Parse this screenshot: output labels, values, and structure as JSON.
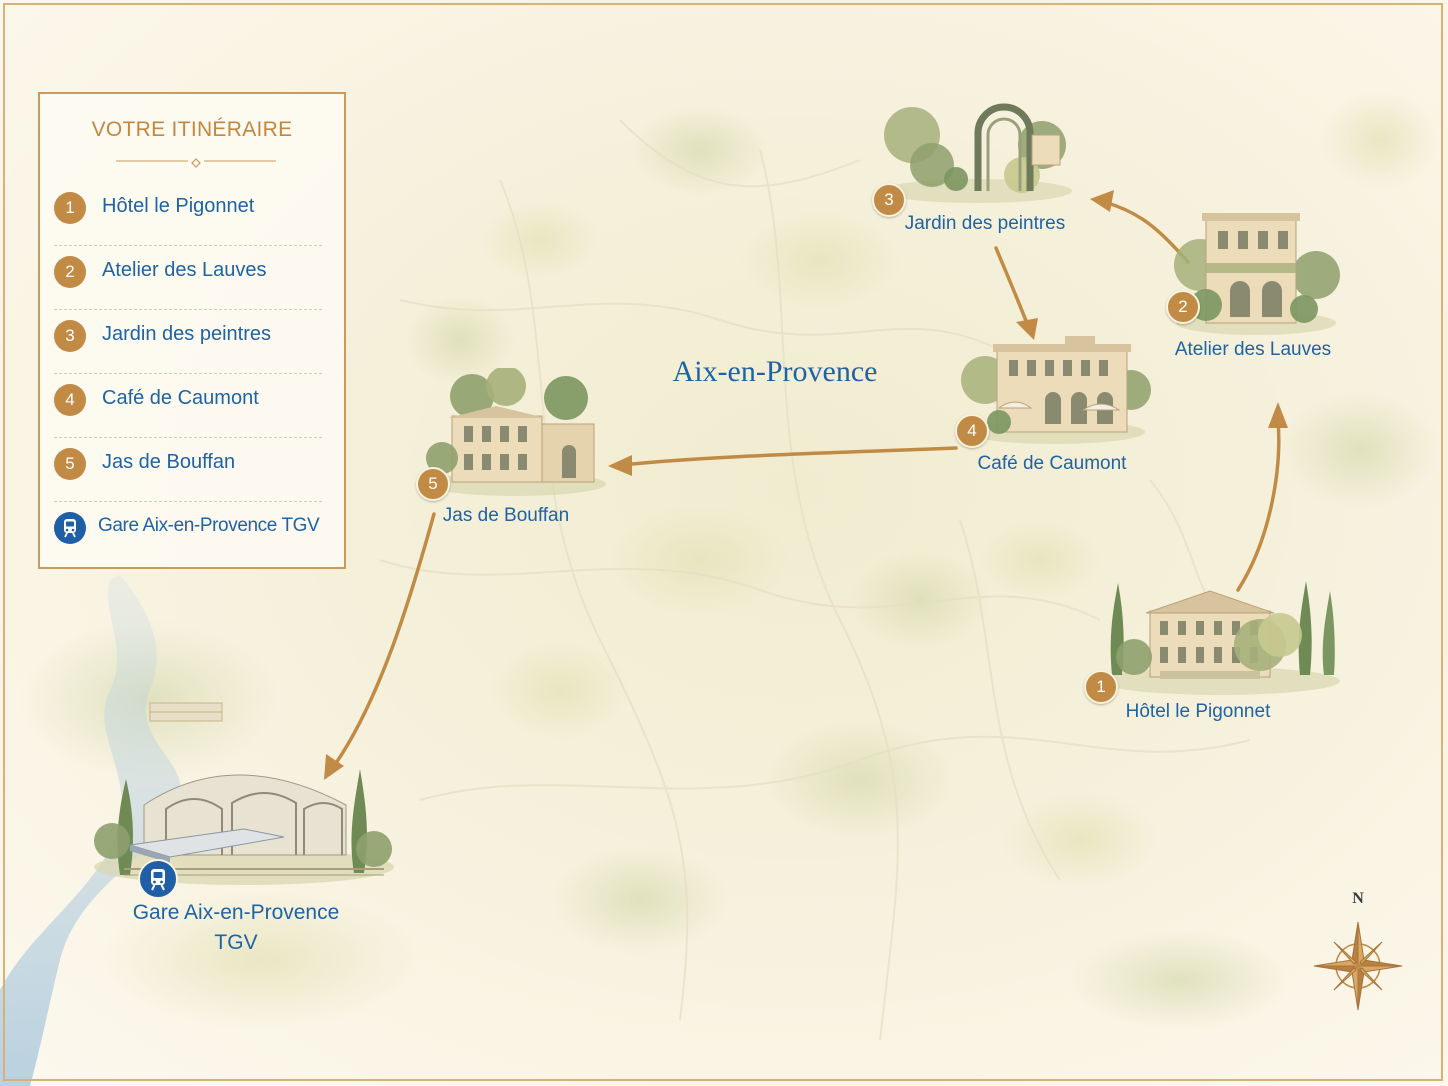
{
  "map": {
    "city": "Aix-en-Provence",
    "colors": {
      "route": "#c18b45",
      "text": "#1e63a5",
      "badge": "#c18b45",
      "train": "#1f5fa8",
      "border": "#c99a5b"
    }
  },
  "legend": {
    "title": "VOTRE ITINÉRAIRE",
    "items": [
      {
        "number": "1",
        "label": "Hôtel le Pigonnet"
      },
      {
        "number": "2",
        "label": "Atelier des Lauves"
      },
      {
        "number": "3",
        "label": "Jardin des peintres"
      },
      {
        "number": "4",
        "label": "Café de Caumont"
      },
      {
        "number": "5",
        "label": "Jas de Bouffan"
      }
    ],
    "station": {
      "icon": "train-icon",
      "label": "Gare Aix-en-Provence TGV"
    }
  },
  "places": [
    {
      "number": "1",
      "label": "Hôtel le Pigonnet"
    },
    {
      "number": "2",
      "label": "Atelier des Lauves"
    },
    {
      "number": "3",
      "label": "Jardin des peintres"
    },
    {
      "number": "4",
      "label": "Café de Caumont"
    },
    {
      "number": "5",
      "label": "Jas de Bouffan"
    }
  ],
  "station": {
    "label_line1": "Gare Aix-en-Provence",
    "label_line2": "TGV",
    "icon": "train-icon"
  },
  "compass": {
    "north_label": "N",
    "icon": "compass-rose-icon"
  }
}
